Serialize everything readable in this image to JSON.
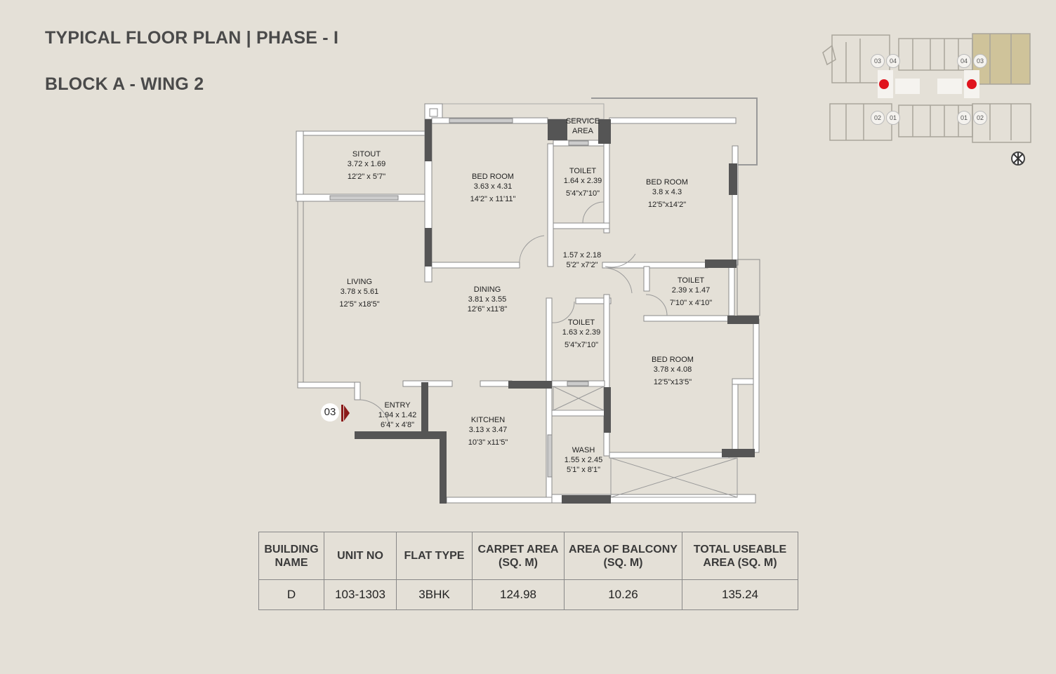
{
  "header": {
    "title": "TYPICAL FLOOR PLAN | PHASE - I",
    "subtitle": "BLOCK A - WING 2"
  },
  "rooms": {
    "sitout": {
      "name": "SITOUT",
      "metric": "3.72 x 1.69",
      "imperial": "12'2\" x 5'7\""
    },
    "bedroom1": {
      "name": "BED ROOM",
      "metric": "3.63 x 4.31",
      "imperial": "14'2\" x 11'11\""
    },
    "service_area": {
      "name_line1": "SERVICE",
      "name_line2": "AREA"
    },
    "toilet1": {
      "name": "TOILET",
      "metric": "1.64 x 2.39",
      "imperial": "5'4\"x7'10\""
    },
    "bedroom2": {
      "name": "BED ROOM",
      "metric": "3.8 x 4.3",
      "imperial": "12'5\"x14'2\""
    },
    "passage": {
      "metric": "1.57 x 2.18",
      "imperial": "5'2\" x7'2\""
    },
    "toilet2": {
      "name": "TOILET",
      "metric": "2.39 x 1.47",
      "imperial": "7'10\" x 4'10\""
    },
    "living": {
      "name": "LIVING",
      "metric": "3.78 x 5.61",
      "imperial": "12'5\" x18'5\""
    },
    "dining": {
      "name": "DINING",
      "metric": "3.81 x 3.55",
      "imperial": "12'6\" x11'8\""
    },
    "toilet3": {
      "name": "TOILET",
      "metric": "1.63 x 2.39",
      "imperial": "5'4\"x7'10\""
    },
    "bedroom3": {
      "name": "BED ROOM",
      "metric": "3.78 x 4.08",
      "imperial": "12'5\"x13'5\""
    },
    "entry": {
      "name": "ENTRY",
      "metric": "1.94 x 1.42",
      "imperial": "6'4\" x 4'8\""
    },
    "kitchen": {
      "name": "KITCHEN",
      "metric": "3.13 x 3.47",
      "imperial": "10'3\" x11'5\""
    },
    "wash": {
      "name": "WASH",
      "metric": "1.55 x 2.45",
      "imperial": "5'1\" x 8'1\""
    }
  },
  "entry_marker": {
    "unit": "03",
    "color": "#8b1a1a"
  },
  "key_plan": {
    "top_labels": [
      "03",
      "04",
      "04",
      "03"
    ],
    "bottom_labels": [
      "02",
      "01",
      "01",
      "02"
    ],
    "highlight_color": "#cfc39a",
    "marker_color": "#e0141e"
  },
  "table": {
    "headers": [
      [
        "BUILDING",
        "NAME"
      ],
      [
        "UNIT NO",
        ""
      ],
      [
        "FLAT TYPE",
        ""
      ],
      [
        "CARPET AREA",
        "(SQ. M)"
      ],
      [
        "AREA OF BALCONY",
        "(SQ. M)"
      ],
      [
        "TOTAL USEABLE",
        "AREA (SQ. M)"
      ]
    ],
    "row": [
      "D",
      "103-1303",
      "3BHK",
      "124.98",
      "10.26",
      "135.24"
    ]
  }
}
